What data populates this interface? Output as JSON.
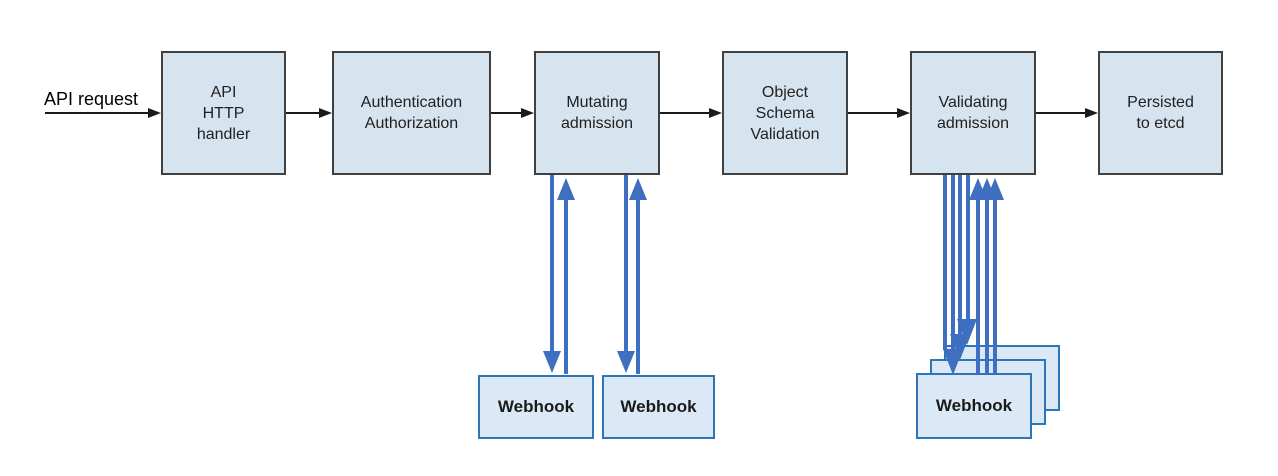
{
  "diagram": {
    "start_label": "API request",
    "nodes": [
      {
        "id": "api-http-handler",
        "label": "API\nHTTP\nhandler"
      },
      {
        "id": "authentication-authorization",
        "label": "Authentication\nAuthorization"
      },
      {
        "id": "mutating-admission",
        "label": "Mutating\nadmission"
      },
      {
        "id": "object-schema-validation",
        "label": "Object\nSchema\nValidation"
      },
      {
        "id": "validating-admission",
        "label": "Validating\nadmission"
      },
      {
        "id": "persisted-to-etcd",
        "label": "Persisted\nto etcd"
      }
    ],
    "webhooks": {
      "mutating": [
        {
          "label": "Webhook"
        },
        {
          "label": "Webhook"
        }
      ],
      "validating": [
        {
          "label": "Webhook"
        },
        {
          "label": "Webhook"
        },
        {
          "label": "Webhook"
        }
      ]
    },
    "edges": [
      {
        "from": "api-request",
        "to": "api-http-handler"
      },
      {
        "from": "api-http-handler",
        "to": "authentication-authorization"
      },
      {
        "from": "authentication-authorization",
        "to": "mutating-admission"
      },
      {
        "from": "mutating-admission",
        "to": "object-schema-validation"
      },
      {
        "from": "object-schema-validation",
        "to": "validating-admission"
      },
      {
        "from": "validating-admission",
        "to": "persisted-to-etcd"
      },
      {
        "from": "mutating-admission",
        "to": "mutating-webhooks",
        "bidirectional": true
      },
      {
        "from": "validating-admission",
        "to": "validating-webhooks",
        "bidirectional": true
      }
    ],
    "colors": {
      "node_fill": "#d6e4f0",
      "node_border": "#404040",
      "webhook_fill": "#dbe9f6",
      "webhook_border": "#2e75b6",
      "flow_arrow": "#1a1a1a",
      "webhook_arrow": "#3e6fc0",
      "background": "#ffffff"
    }
  }
}
